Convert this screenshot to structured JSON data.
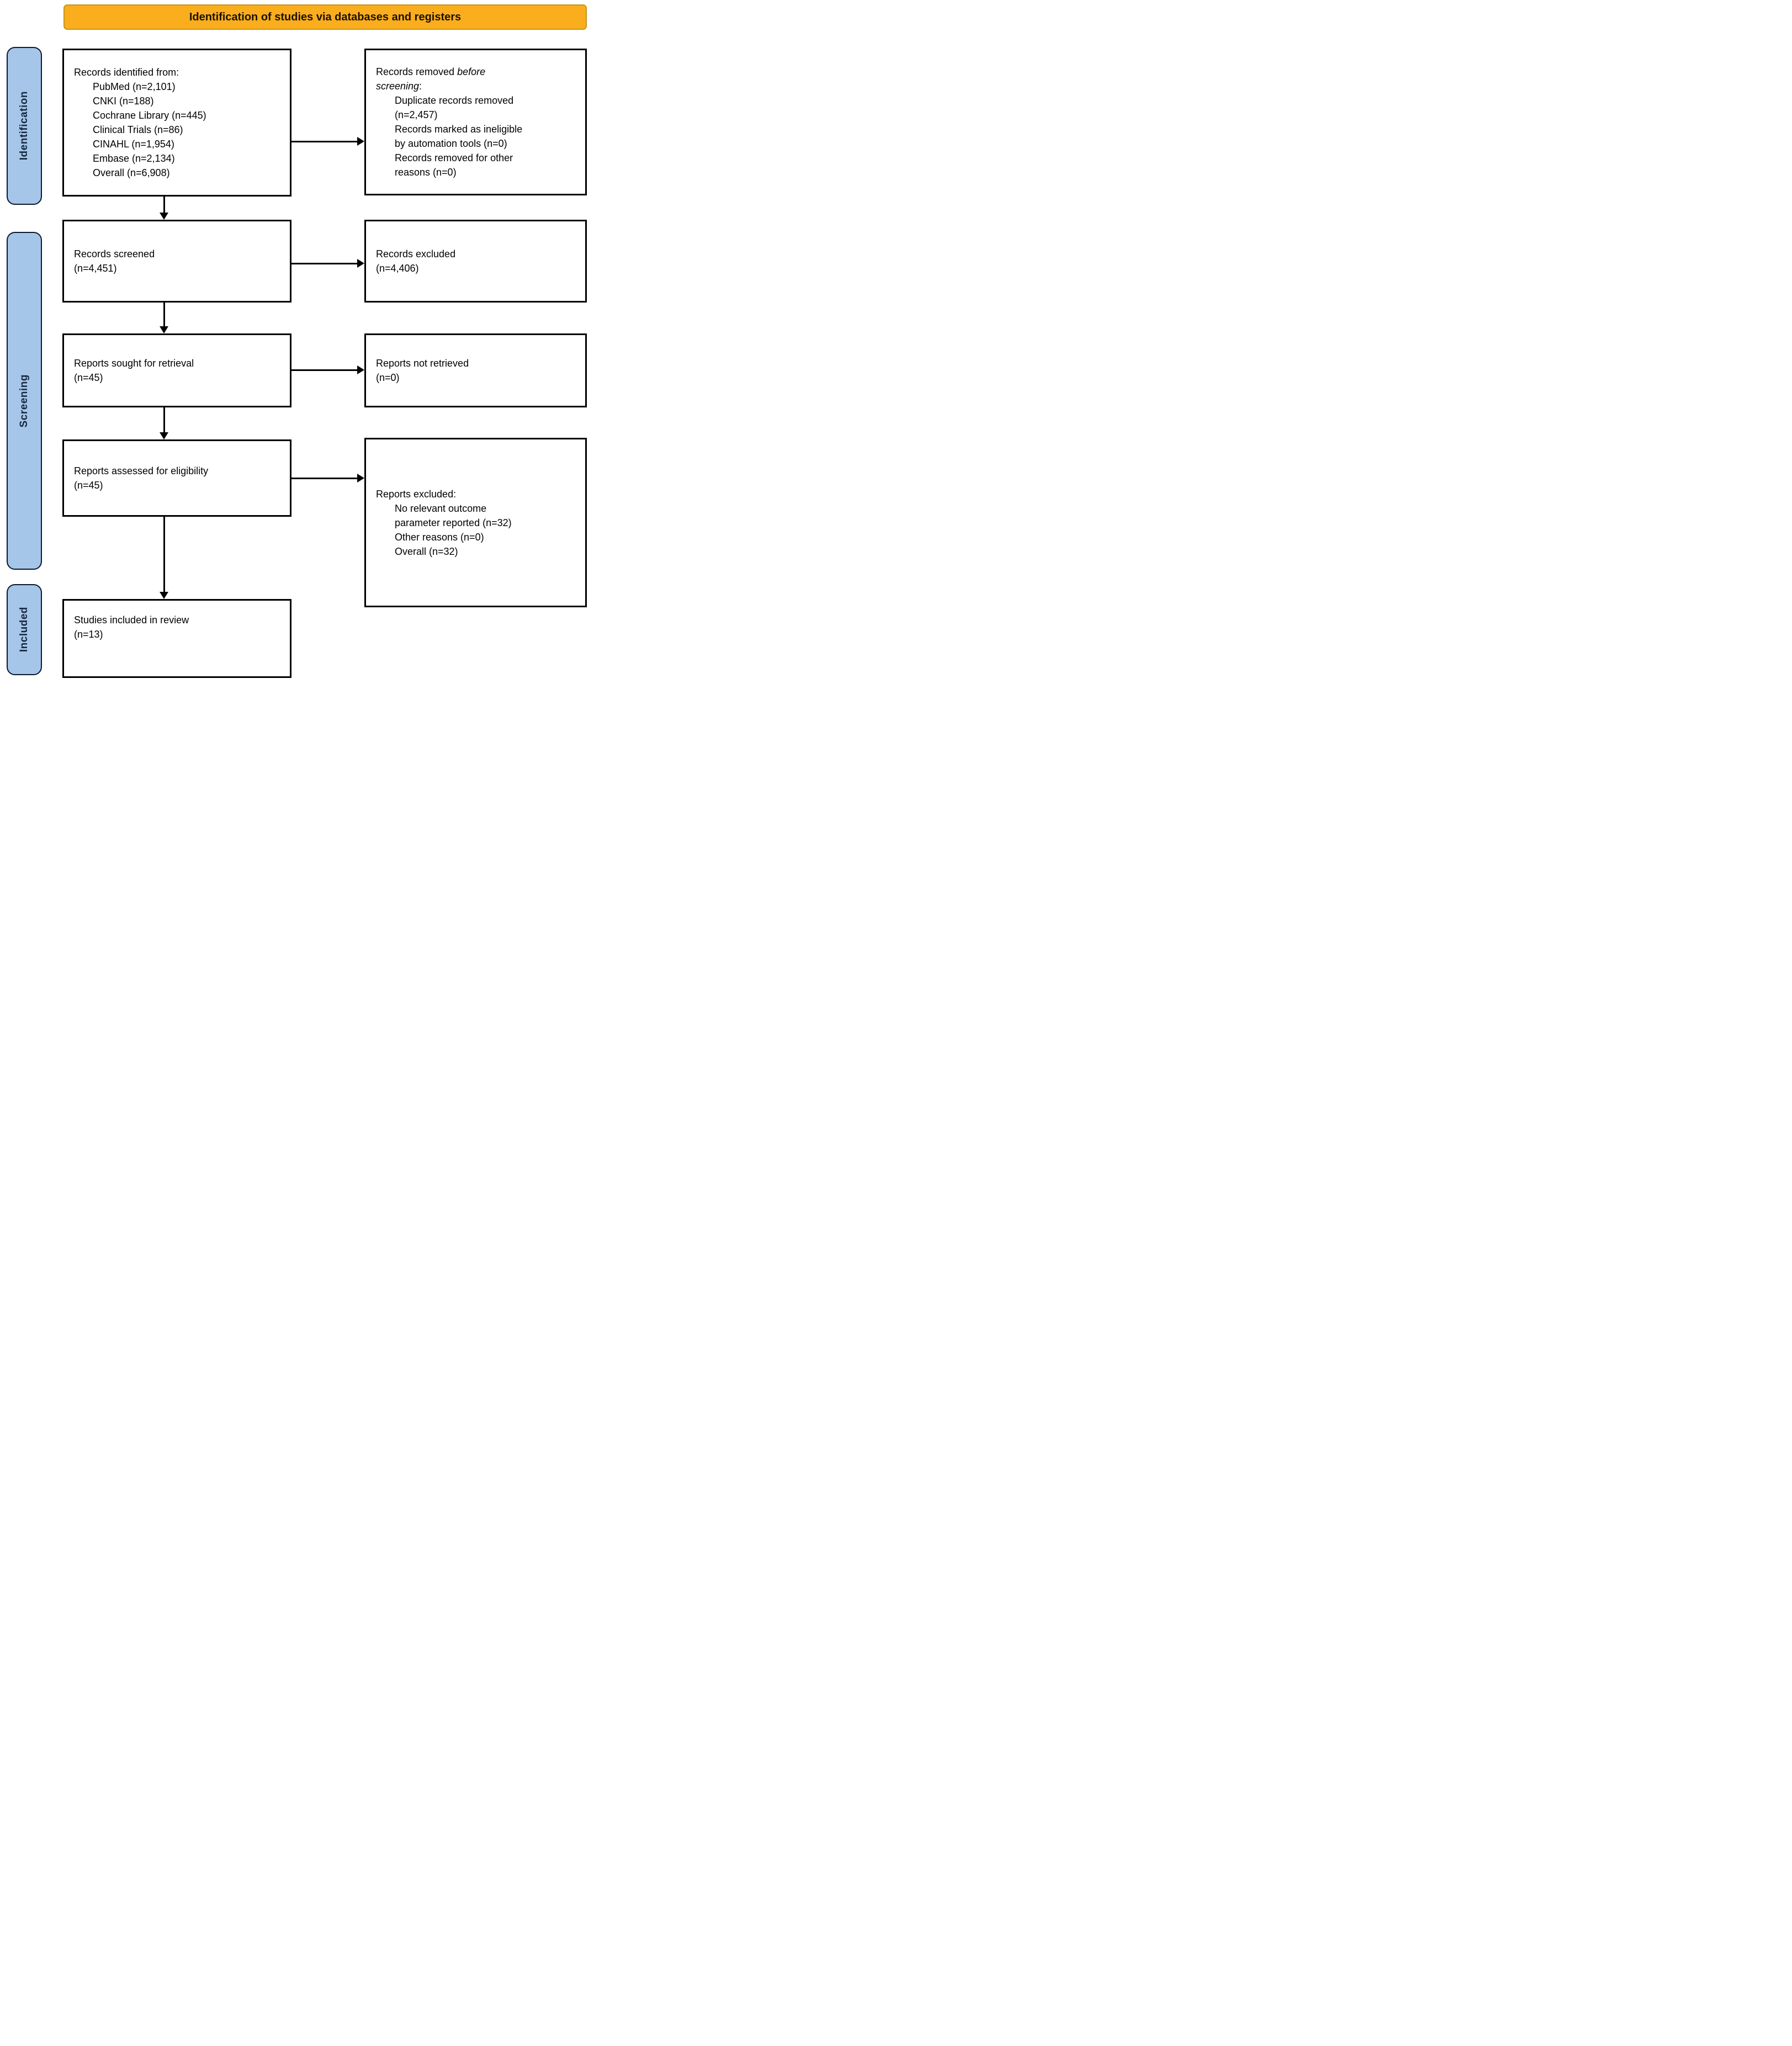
{
  "title": "Identification of studies via databases and registers",
  "colors": {
    "banner_bg": "#FAAD1D",
    "banner_border": "#C8961B",
    "stage_bg": "#A5C6E9",
    "stage_border": "#0B1830",
    "stage_text": "#16263E",
    "box_border": "#000000",
    "arrow": "#000000",
    "text": "#000000"
  },
  "sidebar": {
    "identification": {
      "label": "Identification"
    },
    "screening": {
      "label": "Screening"
    },
    "included": {
      "label": "Included"
    }
  },
  "boxes": {
    "records_identified": {
      "lines": [
        {
          "t": "Records identified from:"
        },
        {
          "t": "PubMed (n=2,101)",
          "ind": true
        },
        {
          "t": "CNKI (n=188)",
          "ind": true
        },
        {
          "t": "Cochrane Library (n=445)",
          "ind": true
        },
        {
          "t": "Clinical Trials (n=86)",
          "ind": true
        },
        {
          "t": "CINAHL (n=1,954)",
          "ind": true
        },
        {
          "t": "Embase (n=2,134)",
          "ind": true
        },
        {
          "t": "Overall (n=6,908)",
          "ind": true
        }
      ]
    },
    "records_removed": {
      "lines": [
        {
          "t": "Records removed *before*"
        },
        {
          "t": "*screening*:"
        },
        {
          "t": "Duplicate records removed",
          "ind": true
        },
        {
          "t": "(n=2,457)",
          "ind": true
        },
        {
          "t": "Records marked as ineligible",
          "ind": true
        },
        {
          "t": "by automation tools (n=0)",
          "ind": true
        },
        {
          "t": "Records removed for other",
          "ind": true
        },
        {
          "t": "reasons (n=0)",
          "ind": true
        }
      ]
    },
    "records_screened": {
      "lines": [
        {
          "t": "Records screened"
        },
        {
          "t": "(n=4,451)"
        }
      ]
    },
    "records_excluded": {
      "lines": [
        {
          "t": "Records excluded"
        },
        {
          "t": "(n=4,406)"
        }
      ]
    },
    "reports_sought": {
      "lines": [
        {
          "t": "Reports sought for retrieval"
        },
        {
          "t": "(n=45)"
        }
      ]
    },
    "reports_not_retrieved": {
      "lines": [
        {
          "t": "Reports not retrieved"
        },
        {
          "t": "(n=0)"
        }
      ]
    },
    "reports_assessed": {
      "lines": [
        {
          "t": "Reports assessed for eligibility"
        },
        {
          "t": "(n=45)"
        }
      ]
    },
    "reports_excluded": {
      "lines": [
        {
          "t": "Reports excluded:"
        },
        {
          "t": "No relevant outcome",
          "ind": true
        },
        {
          "t": "parameter reported (n=32)",
          "ind": true
        },
        {
          "t": "Other reasons (n=0)",
          "ind": true
        },
        {
          "t": "Overall (n=32)",
          "ind": true
        }
      ]
    },
    "studies_included": {
      "lines": [
        {
          "t": "Studies included in review"
        },
        {
          "t": "(n=13)"
        }
      ]
    }
  }
}
